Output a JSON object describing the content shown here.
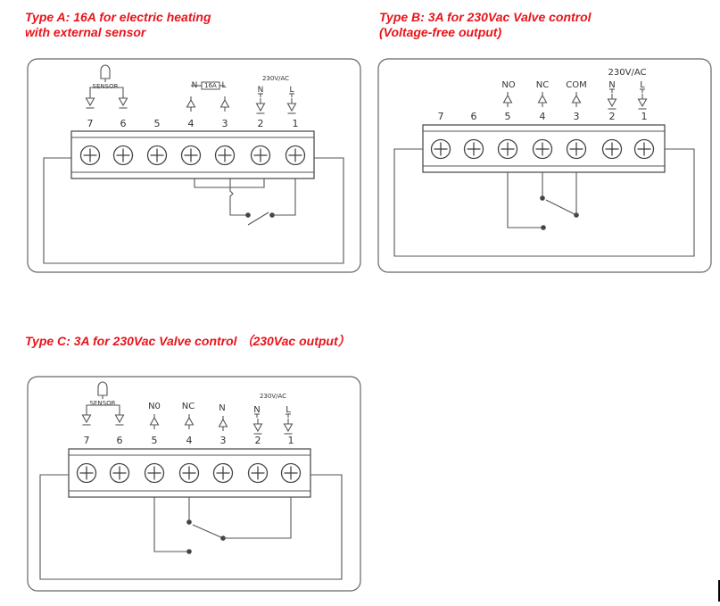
{
  "titles": {
    "a_line1": "Type A: 16A for electric heating",
    "a_line2": "with external sensor",
    "b_line1": "Type B: 3A for 230Vac Valve control",
    "b_line2": "(Voltage-free output)",
    "c": "Type C: 3A for 230Vac Valve control （230Vac output）"
  },
  "colors": {
    "title": "#e8141b",
    "line": "#555555",
    "text": "#333333"
  },
  "diagrams": {
    "a": {
      "terminals": [
        "7",
        "6",
        "5",
        "4",
        "3",
        "2",
        "1"
      ],
      "sensor_label": "SENSOR",
      "load_n": "N",
      "load_rating": "16A",
      "load_l": "L",
      "supply_label": "230V/AC",
      "supply_n": "N",
      "supply_l": "L"
    },
    "b": {
      "terminals": [
        "7",
        "6",
        "5",
        "4",
        "3",
        "2",
        "1"
      ],
      "no_label": "NO",
      "nc_label": "NC",
      "com_label": "COM",
      "supply_label": "230V/AC",
      "supply_n": "N",
      "supply_l": "L"
    },
    "c": {
      "terminals": [
        "7",
        "6",
        "5",
        "4",
        "3",
        "2",
        "1"
      ],
      "sensor_label": "SENSOR",
      "no_label": "N0",
      "nc_label": "NC",
      "n3_label": "N",
      "supply_label": "230V/AC",
      "supply_n": "N",
      "supply_l": "L"
    }
  }
}
